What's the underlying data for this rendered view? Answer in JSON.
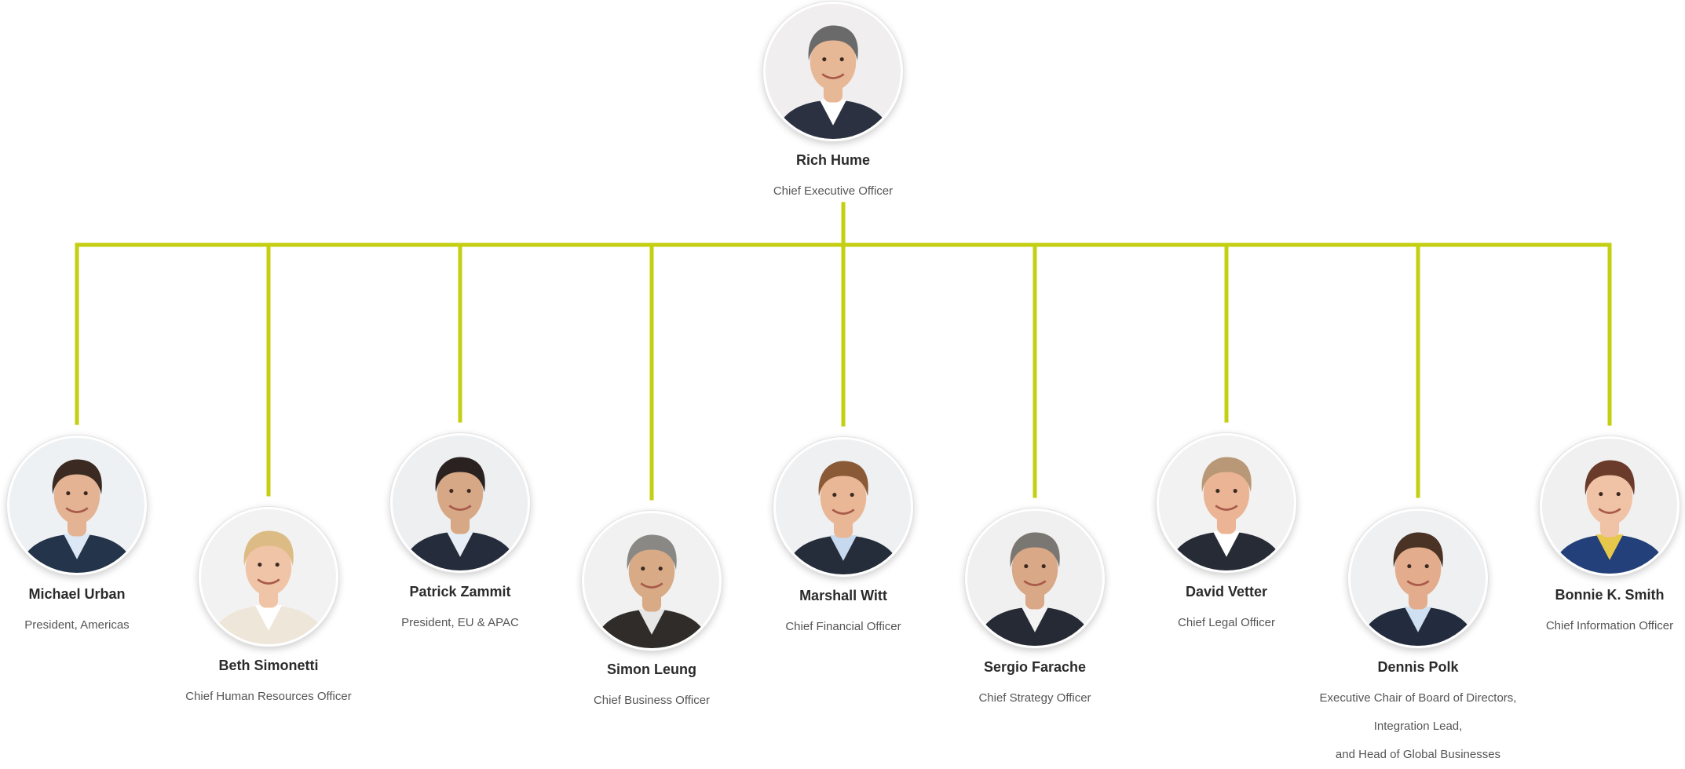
{
  "colors": {
    "connector": "#c4cf12",
    "name_text": "#2b2b2b",
    "title_text": "#555555"
  },
  "ceo": {
    "name": "Rich Hume",
    "title": "Chief Executive Officer",
    "icon": "person-photo",
    "skin": "#e7b896",
    "hair": "#6a6a6a",
    "suit": "#2b3140",
    "shirt": "#ffffff",
    "bg": "#f1eef0"
  },
  "reports": [
    {
      "name": "Michael Urban",
      "title_lines": [
        "President, Americas"
      ],
      "icon": "person-photo",
      "skin": "#e3b394",
      "hair": "#3b2a22",
      "suit": "#24344a",
      "shirt": "#dce8f5",
      "bg": "#eef1f3"
    },
    {
      "name": "Beth Simonetti",
      "title_lines": [
        "Chief Human Resources Officer"
      ],
      "icon": "person-photo",
      "skin": "#f0c4a6",
      "hair": "#dcbc84",
      "suit": "#efe6da",
      "shirt": "#ffffff",
      "bg": "#f2f2f2"
    },
    {
      "name": "Patrick Zammit",
      "title_lines": [
        "President, EU & APAC"
      ],
      "icon": "person-photo",
      "skin": "#d7a886",
      "hair": "#2a2220",
      "suit": "#252c3c",
      "shirt": "#e8eef5",
      "bg": "#eeeff1"
    },
    {
      "name": "Simon Leung",
      "title_lines": [
        "Chief Business Officer"
      ],
      "icon": "person-photo",
      "skin": "#d8aa86",
      "hair": "#8a8884",
      "suit": "#2f2c29",
      "shirt": "#e6e6e6",
      "bg": "#f1f1f1"
    },
    {
      "name": "Marshall Witt",
      "title_lines": [
        "Chief Financial Officer"
      ],
      "icon": "person-photo",
      "skin": "#eab796",
      "hair": "#8a5a36",
      "suit": "#252c3a",
      "shirt": "#c7d9ee",
      "bg": "#eef0f2"
    },
    {
      "name": "Sergio Farache",
      "title_lines": [
        "Chief Strategy Officer"
      ],
      "icon": "person-photo",
      "skin": "#d9a886",
      "hair": "#7a7672",
      "suit": "#262a35",
      "shirt": "#f3f3f3",
      "bg": "#f0f0f0"
    },
    {
      "name": "David Vetter",
      "title_lines": [
        "Chief Legal Officer"
      ],
      "icon": "person-photo",
      "skin": "#ebb595",
      "hair": "#b99877",
      "suit": "#262b36",
      "shirt": "#ffffff",
      "bg": "#f2f2f2"
    },
    {
      "name": "Dennis Polk",
      "title_lines": [
        "Executive Chair of Board of Directors,",
        "Integration Lead,",
        "and Head of Global Businesses"
      ],
      "icon": "person-photo",
      "skin": "#e3ac8c",
      "hair": "#4a3324",
      "suit": "#232c3e",
      "shirt": "#cfe0f2",
      "bg": "#eff0f2"
    },
    {
      "name": "Bonnie K. Smith",
      "title_lines": [
        "Chief Information Officer"
      ],
      "icon": "person-photo",
      "skin": "#f0c2a6",
      "hair": "#6a3a2a",
      "suit": "#23407a",
      "shirt": "#e7c84a",
      "bg": "#f0f0f0"
    }
  ]
}
